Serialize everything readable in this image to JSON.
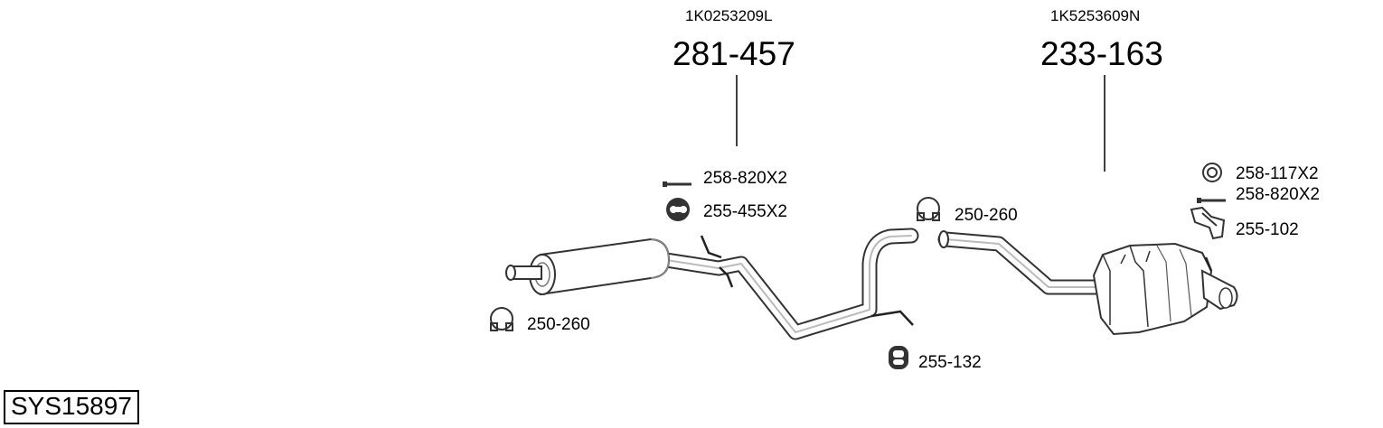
{
  "system_code": "SYS15897",
  "assemblies": [
    {
      "oe_number": "1K0253209L",
      "part_number": "281-457"
    },
    {
      "oe_number": "1K5253609N",
      "part_number": "233-163"
    }
  ],
  "fittings": [
    {
      "part": "258-820X2",
      "icon": "bolt-icon"
    },
    {
      "part": "255-455X2",
      "icon": "rubber-hanger-icon"
    },
    {
      "part": "250-260",
      "icon": "clamp-icon"
    },
    {
      "part": "250-260",
      "icon": "clamp-icon"
    },
    {
      "part": "255-132",
      "icon": "rubber-hanger-icon"
    },
    {
      "part": "258-117X2",
      "icon": "sealing-ring-icon"
    },
    {
      "part": "258-820X2",
      "icon": "bolt-icon"
    },
    {
      "part": "255-102",
      "icon": "bracket-icon"
    }
  ]
}
